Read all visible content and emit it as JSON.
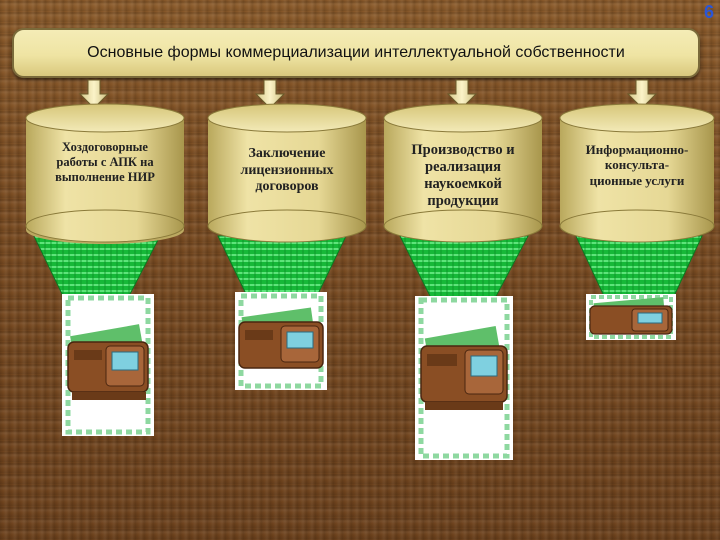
{
  "slide": {
    "number": "6"
  },
  "title": "Основные формы коммерциализации интеллектуальной собственности",
  "colors": {
    "title_fill": "#efe4a3",
    "cylinder_fill": "#e8dc9a",
    "funnel_green": "#17c03a",
    "slide_number": "#2a56d6",
    "background_wood": "#7a4c22"
  },
  "forms": [
    {
      "label": "Хоздоговорные работы с АПК на выполнение НИР",
      "icon": "wallet-money-icon"
    },
    {
      "label": "Заключение лицензионных договоров",
      "icon": "wallet-money-icon"
    },
    {
      "label": "Производство и реализация наукоемкой продукции",
      "icon": "wallet-money-icon"
    },
    {
      "label": "Информационно-консульта-ционные услуги",
      "icon": "wallet-money-icon"
    }
  ]
}
